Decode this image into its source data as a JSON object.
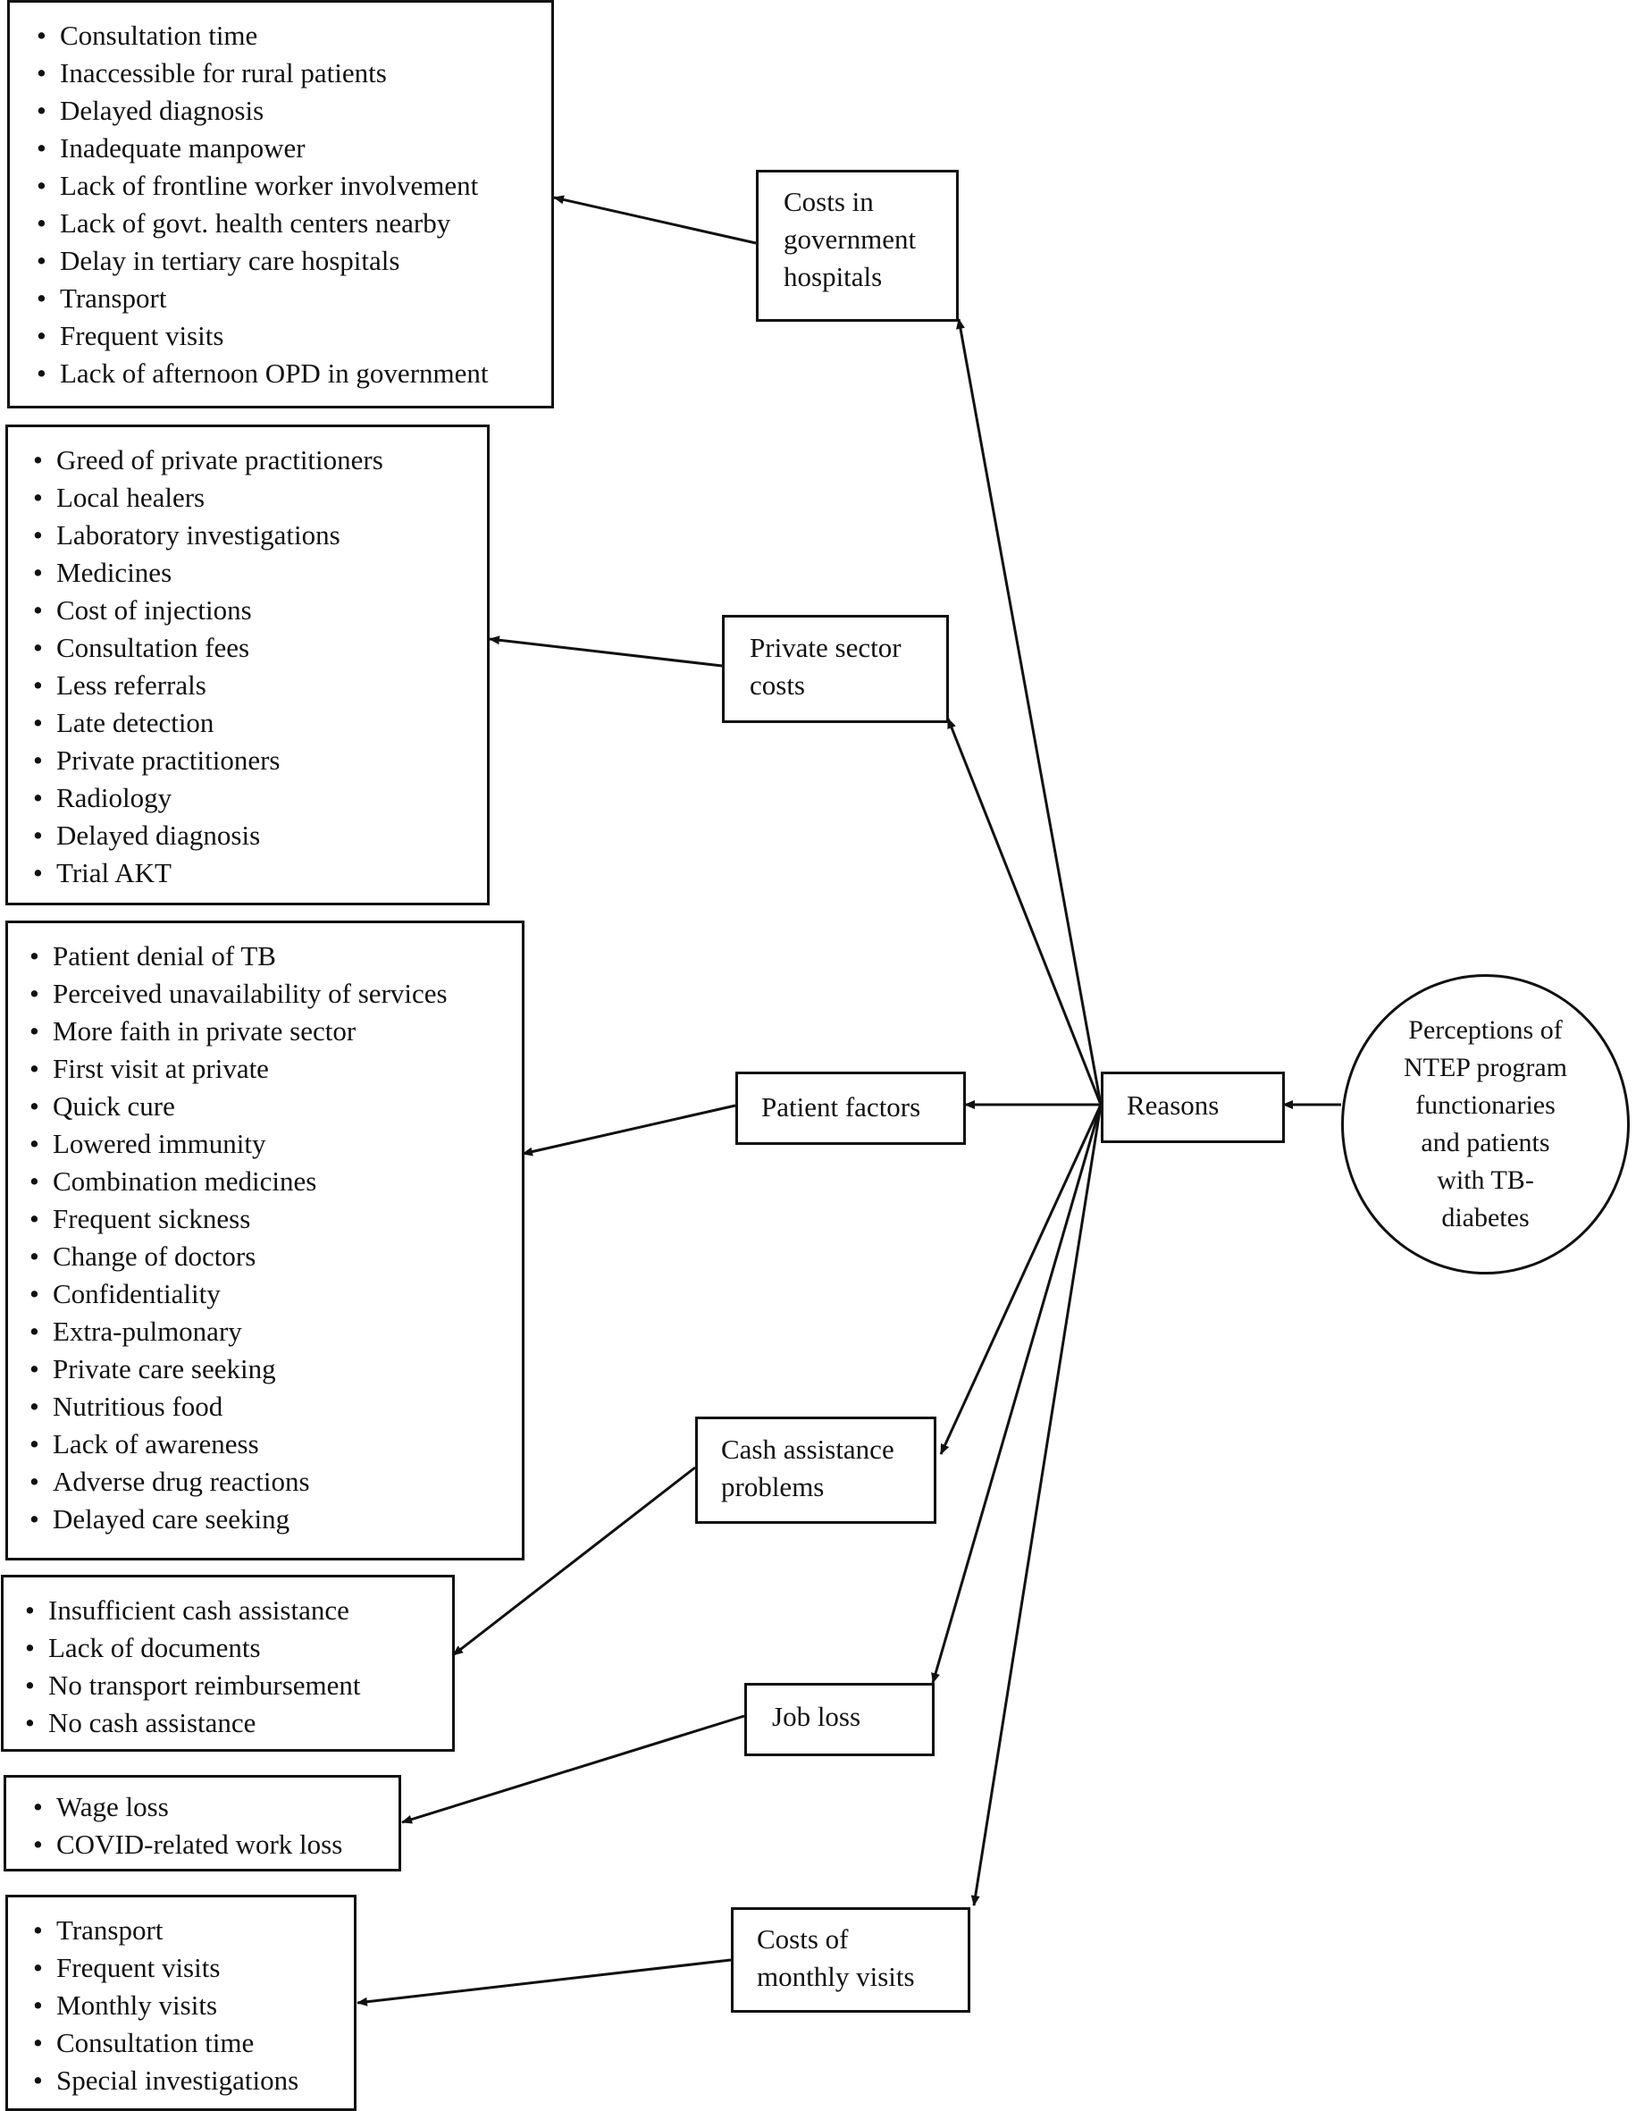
{
  "center": {
    "circle_text": "Perceptions of\nNTEP program\nfunctionaries\nand patients\nwith TB-\ndiabetes",
    "reasons_label": "Reasons"
  },
  "categories": [
    {
      "id": "gov",
      "label": "Costs in\ngovernment\nhospitals",
      "items": [
        "Consultation time",
        "Inaccessible for rural patients",
        "Delayed diagnosis",
        "Inadequate manpower",
        "Lack of frontline worker involvement",
        "Lack of govt. health centers nearby",
        "Delay in tertiary care hospitals",
        "Transport",
        "Frequent visits",
        "Lack of afternoon OPD in government"
      ]
    },
    {
      "id": "private",
      "label": "Private sector\ncosts",
      "items": [
        "Greed of private practitioners",
        "Local healers",
        "Laboratory investigations",
        "Medicines",
        "Cost of injections",
        "Consultation fees",
        "Less referrals",
        "Late detection",
        "Private practitioners",
        "Radiology",
        "Delayed diagnosis",
        "Trial AKT"
      ]
    },
    {
      "id": "patient",
      "label": "Patient factors",
      "items": [
        "Patient denial of TB",
        "Perceived unavailability of services",
        "More faith in private sector",
        "First visit at private",
        "Quick cure",
        "Lowered immunity",
        "Combination medicines",
        "Frequent sickness",
        "Change of doctors",
        "Confidentiality",
        "Extra-pulmonary",
        "Private care seeking",
        "Nutritious food",
        "Lack of awareness",
        "Adverse drug reactions",
        "Delayed care seeking"
      ]
    },
    {
      "id": "cash",
      "label": "Cash assistance\nproblems",
      "items": [
        "Insufficient cash assistance",
        "Lack of documents",
        "No transport reimbursement",
        "No cash assistance"
      ]
    },
    {
      "id": "job",
      "label": "Job loss",
      "items": [
        "Wage loss",
        "COVID-related work loss"
      ]
    },
    {
      "id": "monthly",
      "label": "Costs of\nmonthly visits",
      "items": [
        "Transport",
        "Frequent visits",
        "Monthly visits",
        "Consultation time",
        "Special investigations"
      ]
    }
  ]
}
